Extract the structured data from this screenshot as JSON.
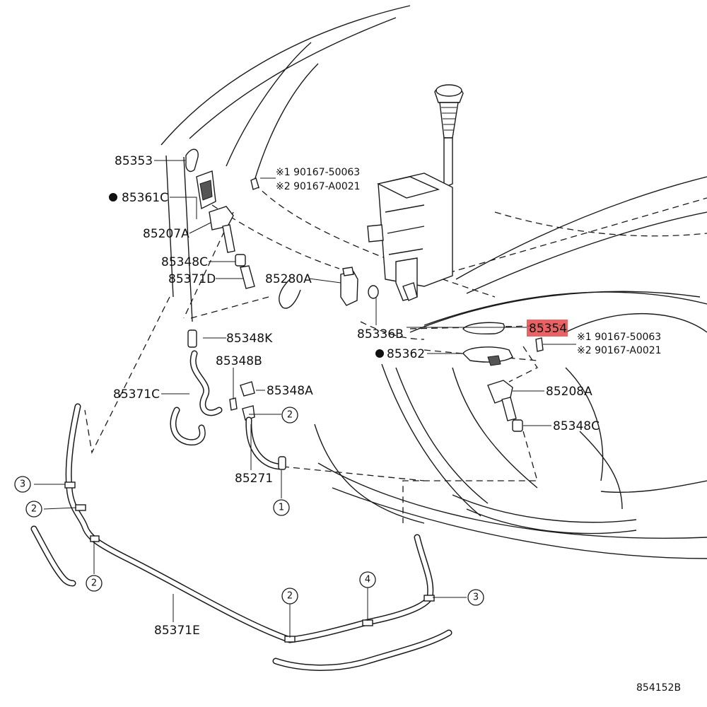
{
  "diagram": {
    "drawing_code": "854152B",
    "part_labels": {
      "p85353": "85353",
      "p85361c": "85361C",
      "p85207a": "85207A",
      "p85348c_left": "85348C",
      "p85371d": "85371D",
      "p85280a": "85280A",
      "p85336b": "85336B",
      "p85348k": "85348K",
      "p85348b": "85348B",
      "p85371c": "85371C",
      "p85348a": "85348A",
      "p85271": "85271",
      "p85354": "85354",
      "p85362": "85362",
      "p85208a": "85208A",
      "p85348c_right": "85348C",
      "p85371e": "85371E"
    },
    "bolt_refs": {
      "left_1": "※1 90167-50063",
      "left_2": "※2 90167-A0021",
      "right_1": "※1 90167-50063",
      "right_2": "※2 90167-A0021"
    },
    "callouts": {
      "c_1": "1",
      "c_2a": "2",
      "c_2b": "2",
      "c_2c": "2",
      "c_2d": "2",
      "c_3a": "3",
      "c_3b": "3",
      "c_4": "4"
    },
    "highlight_color": "#e8474a",
    "line_color": "#1a1a1a"
  }
}
